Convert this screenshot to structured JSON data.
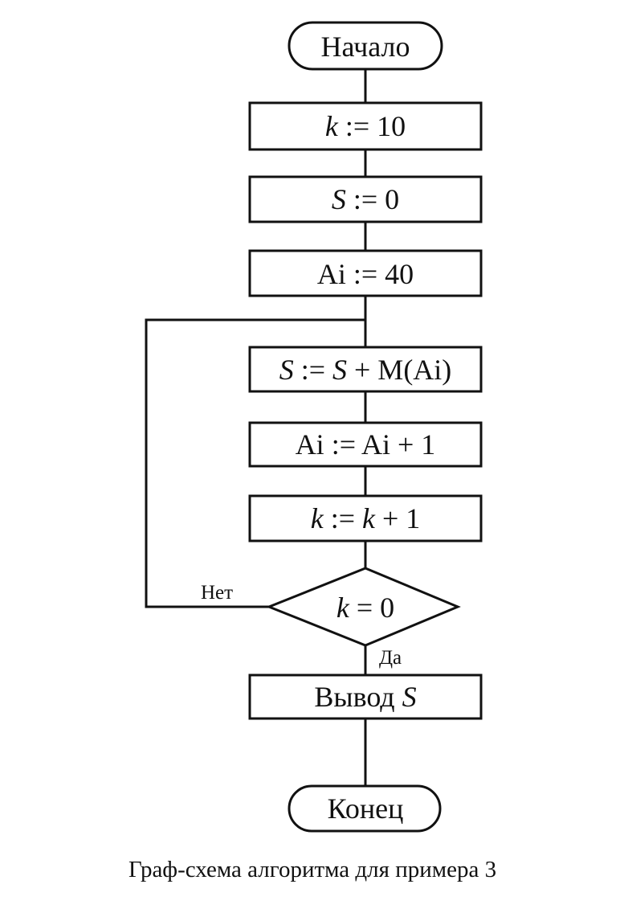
{
  "diagram": {
    "start": "Начало",
    "step_k_init": {
      "var": "k",
      "rest": " := 10"
    },
    "step_s_init": {
      "var": "S",
      "rest": " := 0"
    },
    "step_ai_init": "Ai := 40",
    "step_s_update": {
      "var1": "S",
      "mid": " := ",
      "var2": "S",
      "rest": " + M(Ai)"
    },
    "step_ai_update": "Ai := Ai + 1",
    "step_k_update": {
      "var1": "k",
      "mid": " := ",
      "var2": "k",
      "rest": " + 1"
    },
    "decision": {
      "var": "k",
      "rest": " = 0"
    },
    "no_label": "Нет",
    "yes_label": "Да",
    "output": {
      "text": "Вывод ",
      "var": "S"
    },
    "end": "Конец"
  },
  "caption": "Граф-схема алгоритма для примера 3",
  "colors": {
    "ink": "#111111",
    "paper": "#ffffff"
  }
}
